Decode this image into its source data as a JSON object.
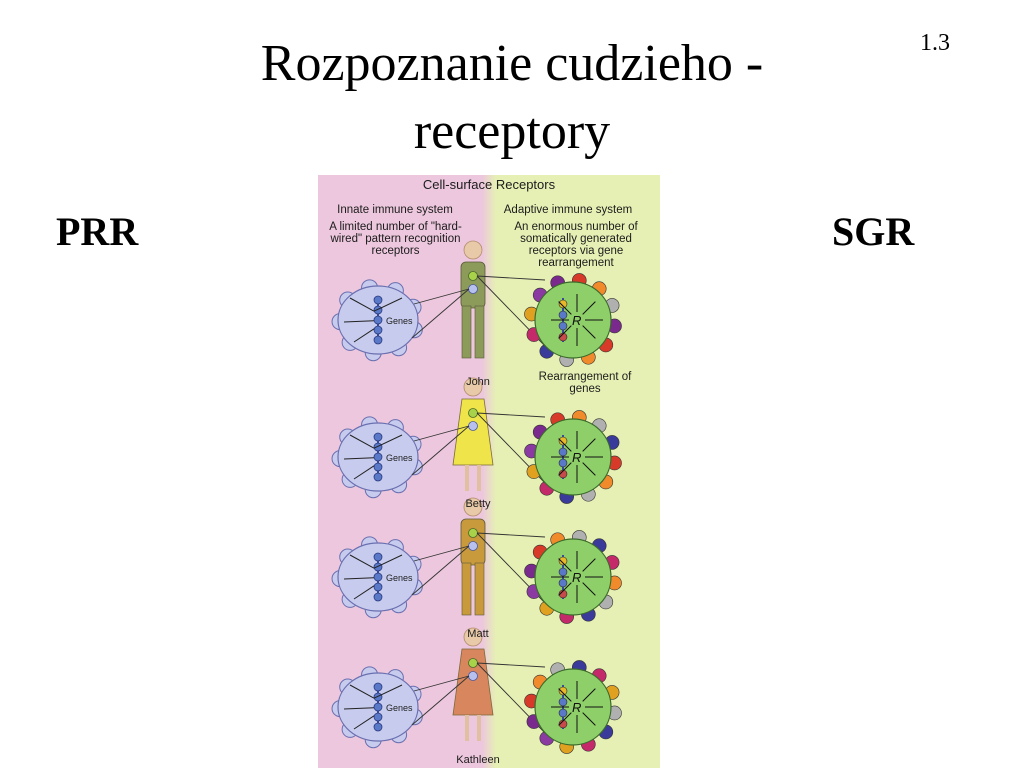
{
  "slide": {
    "title": "Rozpoznanie cudzieho - receptory",
    "number": "1.3",
    "left_label": "PRR",
    "right_label": "SGR"
  },
  "figure": {
    "header": "Cell-surface Receptors",
    "innate": {
      "title": "Innate immune system",
      "description": "A limited number of \"hard-wired\" pattern recognition receptors"
    },
    "adaptive": {
      "title": "Adaptive immune system",
      "description": "An enormous number of somatically generated receptors via gene rearrangement"
    },
    "genes_label": "Genes",
    "rearrangement_label": "Rearrangement of genes",
    "r_label": "R",
    "people": [
      {
        "name": "John",
        "color": "#8c9a5a"
      },
      {
        "name": "Betty",
        "color": "#efe54a"
      },
      {
        "name": "Matt",
        "color": "#c99a3c"
      },
      {
        "name": "Kathleen",
        "color": "#d7865e"
      }
    ]
  }
}
